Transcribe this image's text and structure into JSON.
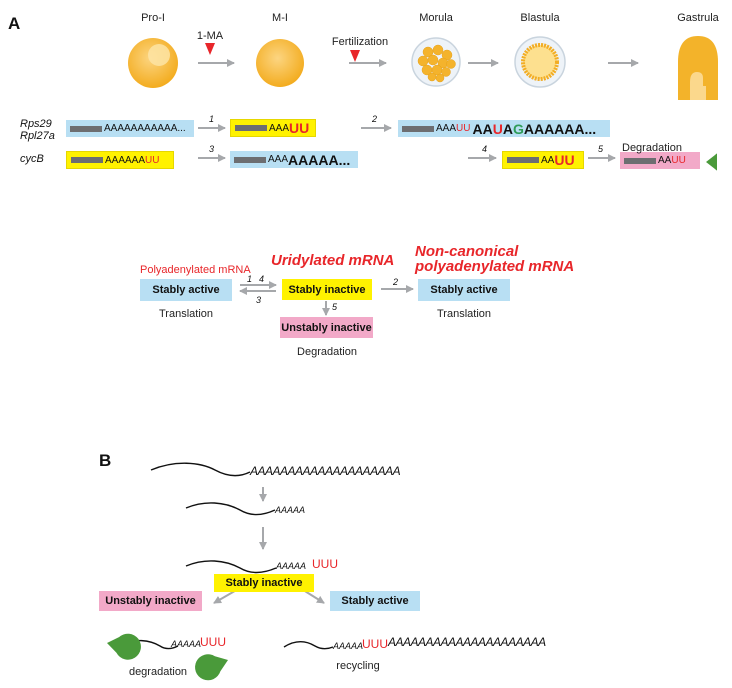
{
  "panel_a": {
    "letter": "A",
    "stages": [
      "Pro-I",
      "M-I",
      "Morula",
      "Blastula",
      "Gastrula"
    ],
    "treatments": {
      "one_ma": "1-MA",
      "fertilization": "Fertilization"
    },
    "genes": {
      "rps29": "Rps29",
      "rpl27a": "Rpl27a",
      "cycb": "cycB"
    },
    "steps": [
      "1",
      "2",
      "3",
      "4",
      "5"
    ],
    "rows": {
      "rps_start": {
        "tail": "AAAAAAAAAAA..."
      },
      "rps_step1": {
        "a_tail": "AAA",
        "u_tail": "UU"
      },
      "rps_step2": {
        "a1": "AAA",
        "u1": "UU",
        "a2": "AA",
        "u2": "U",
        "a3": "A",
        "g": "G",
        "a4": "AAAAAA..."
      },
      "cycb_start": {
        "a_tail": "AAAAAA",
        "u_tail": "UU"
      },
      "cycb_step3": {
        "a_small": "AAA",
        "a_big": "AAAAA..."
      },
      "cycb_step4": {
        "a_tail": "AA",
        "u_tail": "UU"
      },
      "cycb_step5": {
        "a_tail": "AA",
        "u_tail": "UU"
      }
    },
    "degradation_label": "Degradation",
    "scheme": {
      "polyadenylated_label": "Polyadenylated mRNA",
      "uridylated_label": "Uridylated mRNA",
      "noncanonical_line1": "Non-canonical",
      "noncanonical_line2": "polyadenylated mRNA",
      "stably_active": "Stably active",
      "stably_inactive": "Stably inactive",
      "unstably_inactive": "Unstably inactive",
      "stably_active_right": "Stably active",
      "translation_left": "Translation",
      "translation_right": "Translation",
      "degradation": "Degradation",
      "step_1": "1",
      "step_4": "4",
      "step_3": "3",
      "step_5": "5",
      "step_2": "2"
    }
  },
  "panel_b": {
    "letter": "B",
    "tail_long": "AAAAAAAAAAAAAAAAAAAA",
    "tail_short": "AAAAA",
    "tail_u_a": "AAAAA",
    "tail_u_u": "UUU",
    "stably_inactive": "Stably inactive",
    "unstably_inactive": "Unstably inactive",
    "stably_active": "Stably active",
    "deg_a": "AAAAA",
    "deg_u": "UUU",
    "rec_a": "AAAAA",
    "rec_u": "UUU",
    "rec_tail": "AAAAAAAAAAAAAAAAAAAAA",
    "degradation": "degradation",
    "recycling": "recycling"
  },
  "colors": {
    "blue_box": "#b8dff3",
    "yellow_box": "#fff200",
    "pink_box": "#f2a9c8",
    "red_text": "#e8262a",
    "green_pacman": "#4a9a3a",
    "arrow_gray": "#a6a8ab",
    "cell_orange": "#f7b731"
  }
}
